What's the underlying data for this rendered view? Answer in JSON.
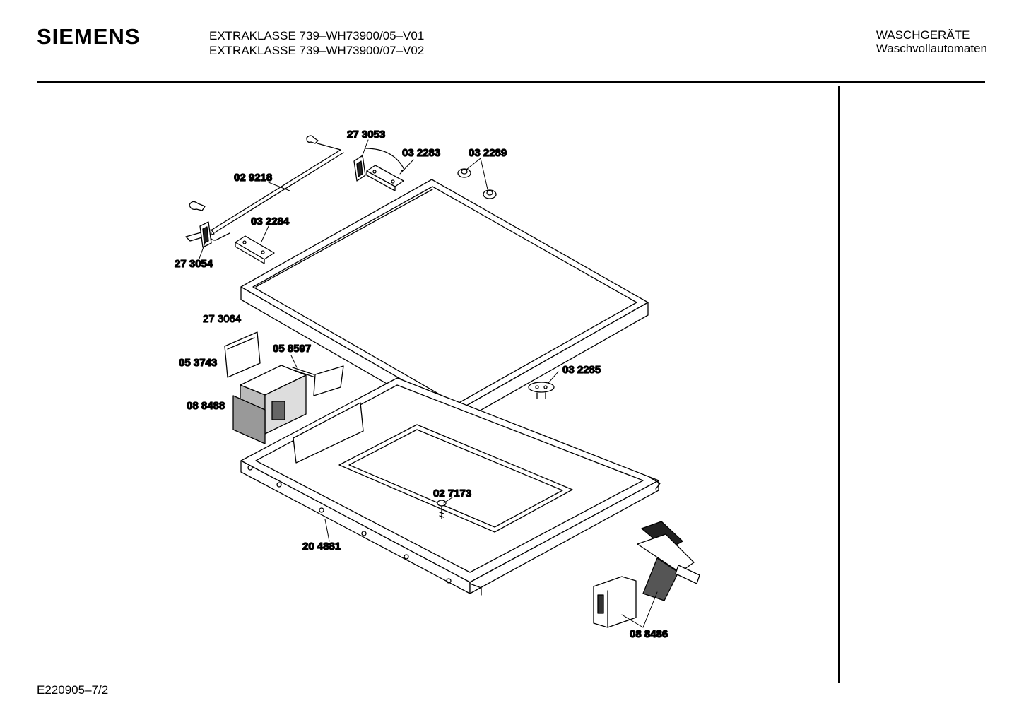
{
  "header": {
    "brand": "SIEMENS",
    "model_line_1": "EXTRAKLASSE 739–WH73900/05–V01",
    "model_line_2": "EXTRAKLASSE 739–WH73900/07–V02",
    "category_1": "WASCHGERÄTE",
    "category_2": "Waschvollautomaten"
  },
  "parts": {
    "p273053": "27 3053",
    "p032283": "03 2283",
    "p032289": "03 2289",
    "p029218": "02 9218",
    "p032284": "03 2284",
    "p273054": "27 3054",
    "p273064": "27 3064",
    "p058597": "05 8597",
    "p053743": "05 3743",
    "p088488": "08 8488",
    "p032285": "03 2285",
    "p027173": "02 7173",
    "p204881": "20 4881",
    "p088486": "08 8486"
  },
  "footer": {
    "code": "E220905–7/2"
  }
}
